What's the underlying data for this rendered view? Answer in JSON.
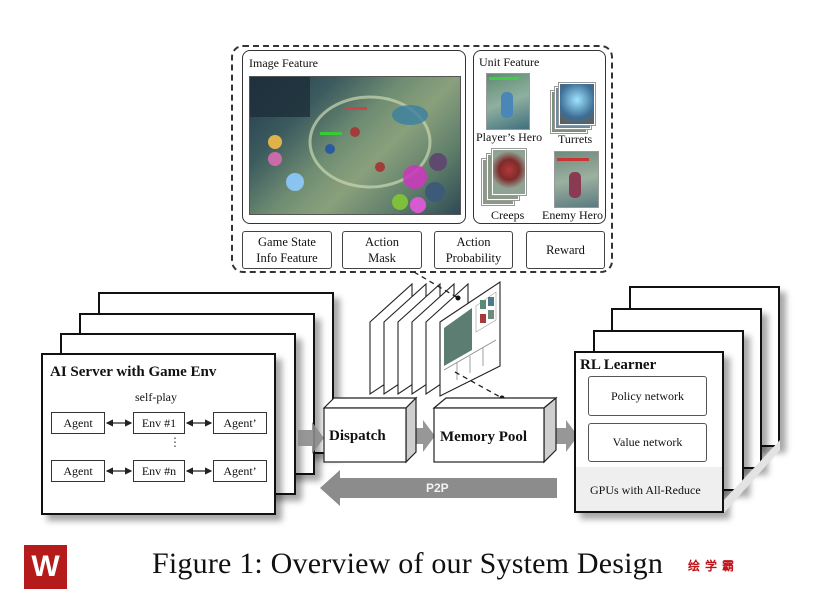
{
  "figure": {
    "caption": "Figure 1: Overview of our System Design"
  },
  "feature_region": {
    "image_feature": {
      "title": "Image Feature"
    },
    "unit_feature": {
      "title": "Unit Feature",
      "units": [
        "Player’s Hero",
        "Turrets",
        "Creeps",
        "Enemy Hero"
      ]
    },
    "feature_boxes": [
      {
        "line1": "Game State",
        "line2": "Info Feature"
      },
      {
        "line1": "Action",
        "line2": "Mask"
      },
      {
        "line1": "Action",
        "line2": "Probability"
      },
      {
        "line1": "Reward",
        "line2": ""
      }
    ]
  },
  "ai_server": {
    "title": "AI Server with Game Env",
    "self_play_label": "self-play",
    "ellipsis": "⋮",
    "rows": [
      {
        "agent": "Agent",
        "env": "Env #1",
        "opponent": "Agent’"
      },
      {
        "agent": "Agent",
        "env": "Env #n",
        "opponent": "Agent’"
      }
    ]
  },
  "pipeline": {
    "dispatch": "Dispatch",
    "memory_pool": "Memory Pool",
    "p2p": "P2P"
  },
  "rl_learner": {
    "title": "RL Learner",
    "policy": "Policy network",
    "value": "Value network",
    "gpus": "GPUs with All-Reduce"
  },
  "watermark": {
    "logo_letter": "W",
    "text": "绘学霸"
  },
  "colors": {
    "arrow_gray": "#8c8c8c",
    "logo_red": "#b51b1b",
    "watermark_red": "#c0141a"
  }
}
